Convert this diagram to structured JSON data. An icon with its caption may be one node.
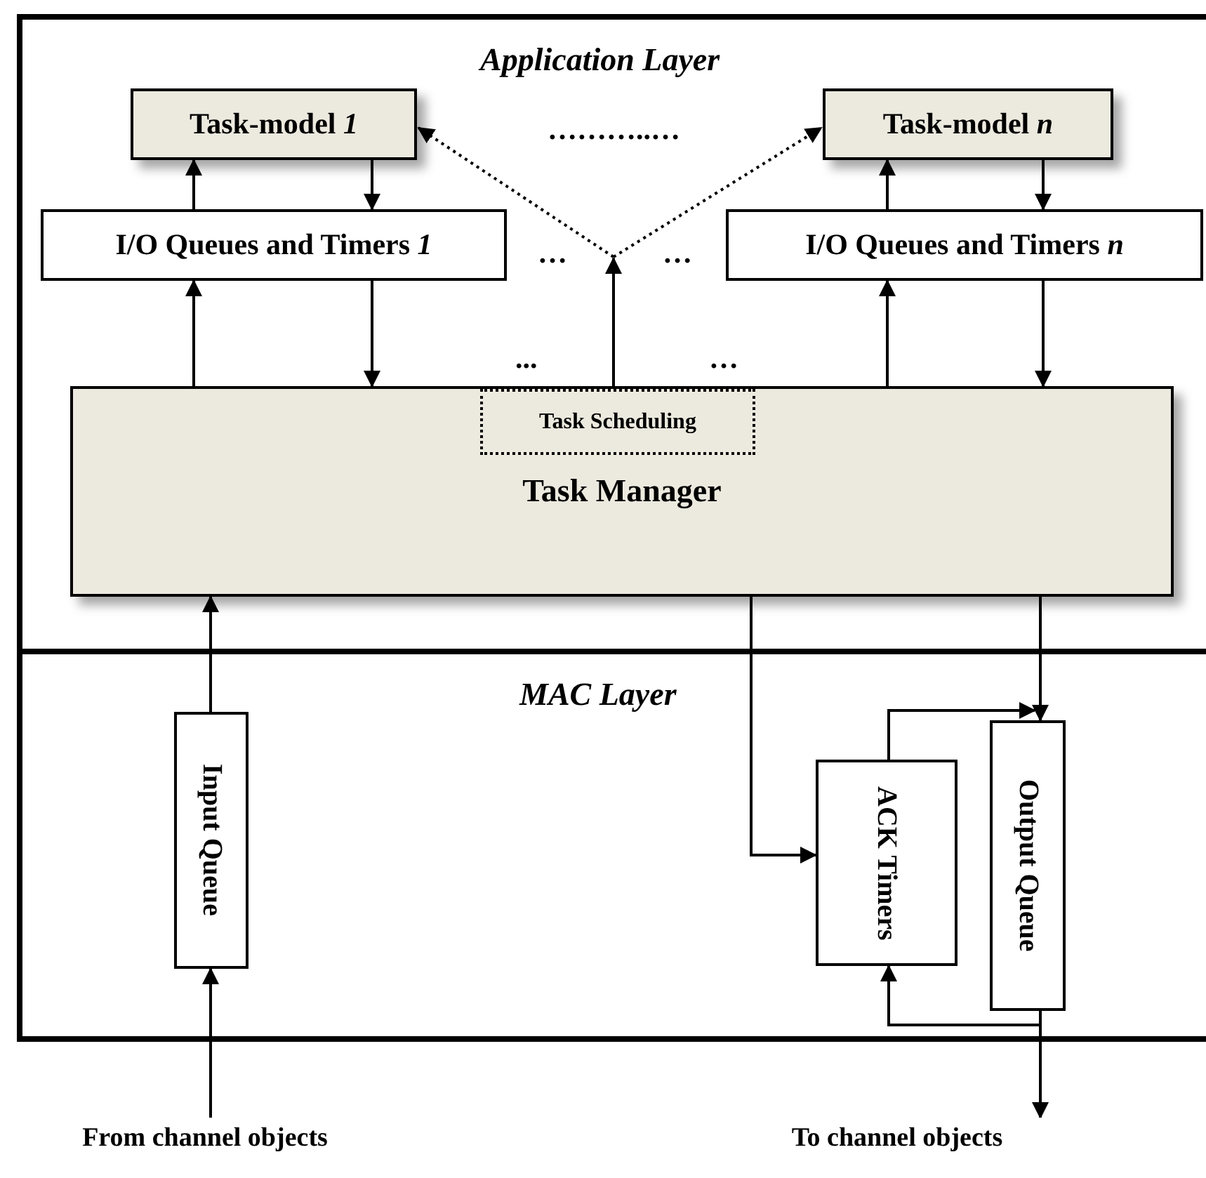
{
  "diagram": {
    "nodes": [
      {
        "text": [
          "Application Layer"
        ]
      },
      {
        "text": [
          "Task-model *1*"
        ],
        "in": 0
      },
      {
        "text": [
          "Task-model *n*"
        ],
        "in": 0
      },
      {
        "text": [
          "I/O Queues and Timers *1*"
        ],
        "in": 0
      },
      {
        "text": [
          "I/O Queues and Timers *n*"
        ],
        "in": 0
      },
      {
        "text": [
          "Task Manager"
        ],
        "in": 0
      },
      {
        "text": [
          "Task Scheduling"
        ],
        "in": 5
      },
      {
        "text": [
          "MAC Layer"
        ]
      },
      {
        "text": [
          "Input Queue"
        ],
        "in": 7
      },
      {
        "text": [
          "ACK Timers"
        ],
        "in": 7
      },
      {
        "text": [
          "Output Queue"
        ],
        "in": 7
      },
      {
        "text": [
          "From channel objects"
        ]
      },
      {
        "text": [
          "To channel objects"
        ]
      }
    ],
    "edges": [
      {
        "from": 3,
        "to": 1,
        "arrow": "to"
      },
      {
        "from": 1,
        "to": 3,
        "arrow": "to"
      },
      {
        "from": 4,
        "to": 2,
        "arrow": "to"
      },
      {
        "from": 2,
        "to": 4,
        "arrow": "to"
      },
      {
        "from": 5,
        "to": 3,
        "arrow": "to"
      },
      {
        "from": 3,
        "to": 5,
        "arrow": "to"
      },
      {
        "from": 5,
        "to": 4,
        "arrow": "to"
      },
      {
        "from": 4,
        "to": 5,
        "arrow": "to"
      },
      {
        "from": 6,
        "to": 1,
        "arrow": "to",
        "style": "dashed"
      },
      {
        "from": 6,
        "to": 2,
        "arrow": "to",
        "style": "dashed"
      },
      {
        "from": 8,
        "to": 5,
        "arrow": "to"
      },
      {
        "from": 5,
        "to": 9,
        "arrow": "to"
      },
      {
        "from": 5,
        "to": 10,
        "arrow": "to"
      },
      {
        "from": 9,
        "to": 10,
        "arrow": "to"
      },
      {
        "from": 10,
        "to": 9,
        "arrow": "to"
      },
      {
        "from": 10,
        "to": 12,
        "arrow": "to"
      },
      {
        "from": 11,
        "to": 8,
        "arrow": "to"
      }
    ],
    "labels": [
      "………..…",
      "…",
      "…",
      "...",
      "…"
    ]
  }
}
